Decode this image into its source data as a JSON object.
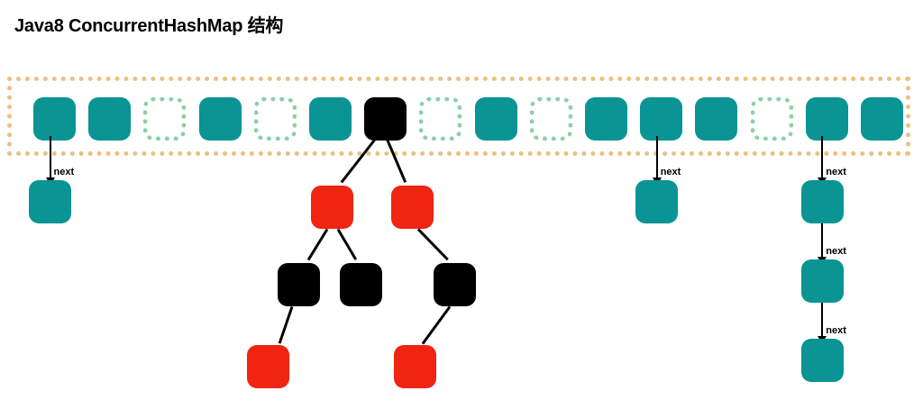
{
  "title": "Java8 ConcurrentHashMap 结构",
  "colors": {
    "teal": "#0a9494",
    "red": "#ef2512",
    "black": "#000000",
    "array_border": "#edbf81",
    "empty_cell_border": "#8ccfa8",
    "background": "#ffffff",
    "edge": "#000000"
  },
  "array": {
    "name": "hash-bucket-array",
    "cell_count": 16,
    "cells": [
      {
        "index": 0,
        "state": "filled",
        "label": ""
      },
      {
        "index": 1,
        "state": "filled",
        "label": ""
      },
      {
        "index": 2,
        "state": "empty",
        "label": ""
      },
      {
        "index": 3,
        "state": "filled",
        "label": ""
      },
      {
        "index": 4,
        "state": "empty",
        "label": ""
      },
      {
        "index": 5,
        "state": "filled",
        "label": ""
      },
      {
        "index": 6,
        "state": "tree",
        "label": ""
      },
      {
        "index": 7,
        "state": "empty",
        "label": ""
      },
      {
        "index": 8,
        "state": "filled",
        "label": ""
      },
      {
        "index": 9,
        "state": "empty",
        "label": ""
      },
      {
        "index": 10,
        "state": "filled",
        "label": ""
      },
      {
        "index": 11,
        "state": "filled",
        "label": ""
      },
      {
        "index": 12,
        "state": "filled",
        "label": ""
      },
      {
        "index": 13,
        "state": "empty",
        "label": ""
      },
      {
        "index": 14,
        "state": "filled",
        "label": ""
      },
      {
        "index": 15,
        "state": "filled",
        "label": ""
      }
    ]
  },
  "next_label": "next",
  "chains": [
    {
      "name": "chain-bucket-0",
      "source_index": 0,
      "nodes": [
        {
          "color": "teal"
        }
      ],
      "arrow_labels": [
        "next"
      ]
    },
    {
      "name": "chain-bucket-11",
      "source_index": 11,
      "nodes": [
        {
          "color": "teal"
        }
      ],
      "arrow_labels": [
        "next"
      ]
    },
    {
      "name": "chain-bucket-14",
      "source_index": 14,
      "nodes": [
        {
          "color": "teal"
        },
        {
          "color": "teal"
        },
        {
          "color": "teal"
        }
      ],
      "arrow_labels": [
        "next",
        "next",
        "next"
      ]
    }
  ],
  "tree": {
    "name": "red-black-tree-bucket-6",
    "source_index": 6,
    "levels": [
      {
        "level": 1,
        "nodes": [
          {
            "color": "red"
          },
          {
            "color": "red"
          }
        ]
      },
      {
        "level": 2,
        "nodes": [
          {
            "color": "black"
          },
          {
            "color": "black"
          },
          {
            "color": "black"
          }
        ]
      },
      {
        "level": 3,
        "nodes": [
          {
            "color": "red"
          },
          {
            "color": "red"
          }
        ]
      }
    ],
    "node_count": 7,
    "edge_count": 7
  }
}
